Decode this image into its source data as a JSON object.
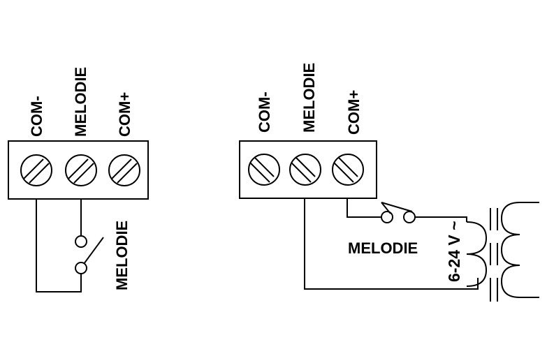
{
  "left_diagram": {
    "terminals": [
      "COM-",
      "MELODIE",
      "COM+"
    ],
    "switch_label": "MELODIE"
  },
  "right_diagram": {
    "terminals": [
      "COM-",
      "MELODIE",
      "COM+"
    ],
    "switch_label": "MELODIE",
    "transformer_label": "6-24 V ~"
  },
  "colors": {
    "line": "#000000",
    "background": "#ffffff"
  }
}
